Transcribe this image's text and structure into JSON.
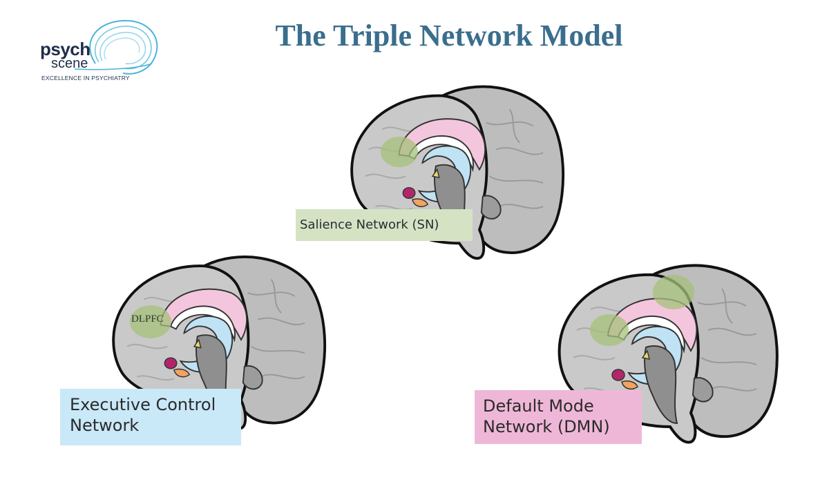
{
  "logo": {
    "word1": "psych",
    "word2": "scene",
    "tagline": "EXCELLENCE IN PSYCHIATRY"
  },
  "title": "The Triple Network Model",
  "networks": {
    "salience": {
      "label": "Salience Network (SN)"
    },
    "executive": {
      "label_line1": "Executive Control",
      "label_line2": "Network",
      "region": "DLPFC"
    },
    "default_mode": {
      "label_line1": "Default Mode",
      "label_line2": "Network (DMN)"
    }
  },
  "colors": {
    "title": "#3a6e8d",
    "brain_fill": "#c9c9c9",
    "outline": "#111111",
    "salience_box": "#d5e3c4",
    "executive_box": "#c9e8f8",
    "dmn_box": "#efb7d7",
    "activation": "#a6c07a",
    "cingulate": "#f4c6dd",
    "ventricle": "#bfe2f4"
  }
}
